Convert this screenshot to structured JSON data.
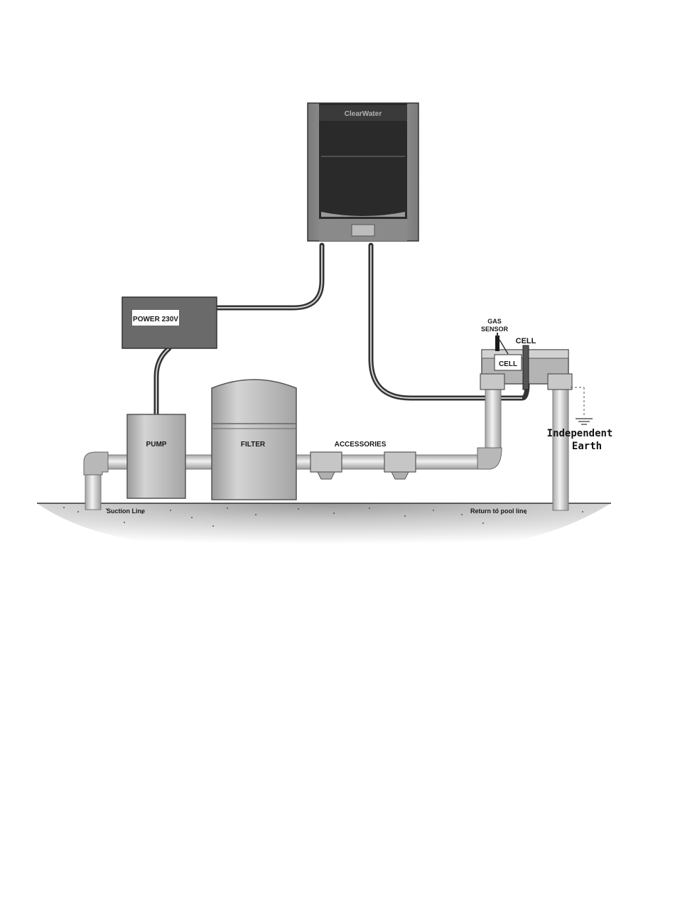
{
  "diagram": {
    "controller": {
      "brand": "ClearWater",
      "icon": "controller-box"
    },
    "components": {
      "power": "POWER 230V",
      "pump": "PUMP",
      "filter": "FILTER",
      "accessories": "ACCESSORIES",
      "gas_sensor_line1": "GAS",
      "gas_sensor_line2": "SENSOR",
      "cell_outer": "CELL",
      "cell_inner": "CELL"
    },
    "earth": {
      "line1": "Independent",
      "line2": "Earth",
      "icon": "ground-symbol"
    },
    "lines": {
      "suction": "Suction Line",
      "return": "Return to pool line"
    },
    "colors": {
      "controller_body": "#2a2a2a",
      "power_box": "#6a6a6a",
      "pipe": "#dcdcdc",
      "equipment": "#c4c4c4",
      "ground": "#bdbdbd"
    }
  }
}
